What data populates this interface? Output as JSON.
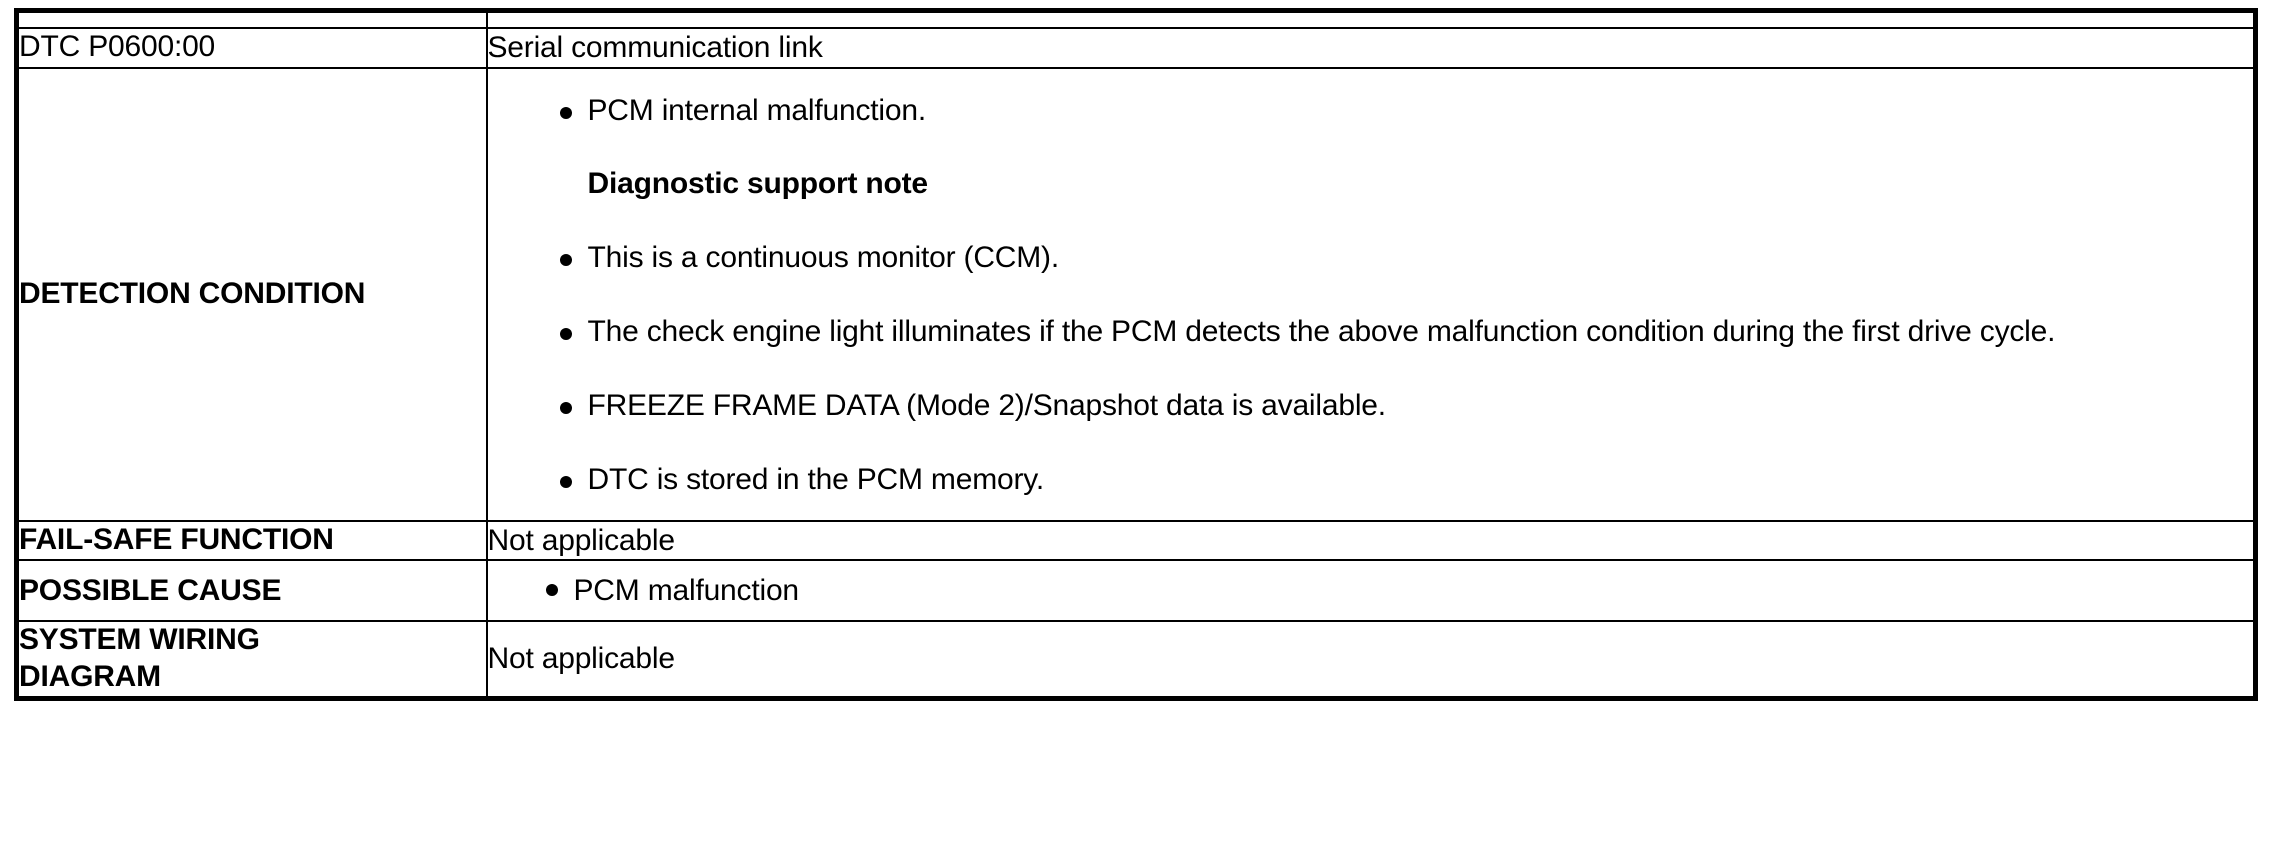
{
  "document": {
    "type": "dtc-diagnostic-table",
    "title": "DTC P0600:00"
  },
  "table": {
    "rows": [
      {
        "id": "dtc",
        "label": "DTC P0600:00",
        "label_bold": false,
        "value": "Serial communication link"
      },
      {
        "id": "detection-condition",
        "label": "DETECTION CONDITION",
        "label_bold": true,
        "items": [
          {
            "kind": "bullet",
            "text": "PCM internal malfunction."
          },
          {
            "kind": "note-heading",
            "text": "Diagnostic support note"
          },
          {
            "kind": "bullet",
            "text": "This is a continuous monitor (CCM)."
          },
          {
            "kind": "bullet",
            "text": "The check engine light illuminates if the PCM detects the above malfunction condition during the first drive cycle."
          },
          {
            "kind": "bullet",
            "text": "FREEZE FRAME DATA (Mode 2)/Snapshot data is available."
          },
          {
            "kind": "bullet",
            "text": "DTC is stored in the PCM memory."
          }
        ]
      },
      {
        "id": "fail-safe-function",
        "label": "FAIL-SAFE FUNCTION",
        "label_bold": true,
        "value": "Not applicable"
      },
      {
        "id": "possible-cause",
        "label": "POSSIBLE CAUSE",
        "label_bold": true,
        "bullet": "PCM malfunction"
      },
      {
        "id": "system-wiring-diagram",
        "label": "SYSTEM WIRING\nDIAGRAM",
        "label_bold": true,
        "value": "Not applicable"
      }
    ]
  },
  "colors": {
    "border": "#000000",
    "text": "#000000",
    "background": "#ffffff"
  }
}
